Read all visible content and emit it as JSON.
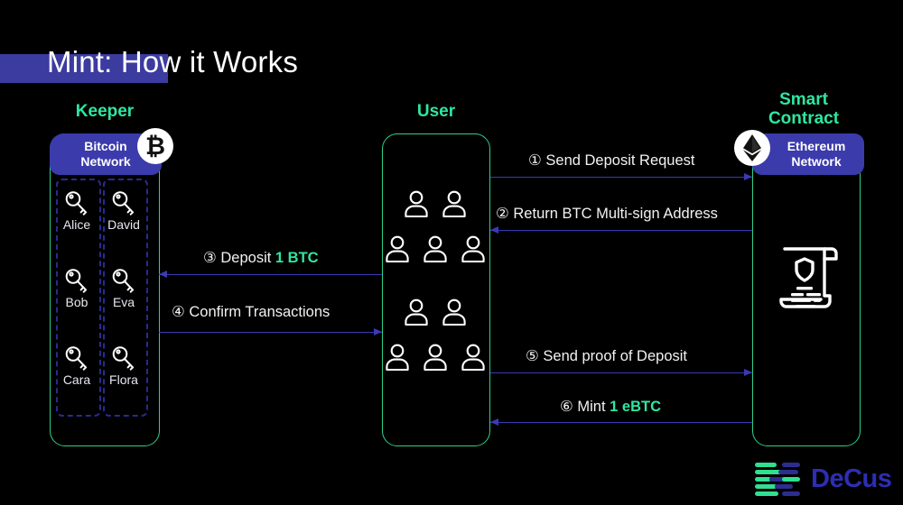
{
  "title": "Mint: How it Works",
  "colors": {
    "background": "#000000",
    "accent_green": "#2fe6a0",
    "badge_blue": "#3b3bab",
    "arrow_blue": "#3a3ab5",
    "title_highlight": "#3b3ba0",
    "logo_blue": "#2d2db5",
    "logo_green": "#2fe08f"
  },
  "columns": {
    "keeper": {
      "heading": "Keeper",
      "badge": "Bitcoin Network",
      "badge_line1": "Bitcoin",
      "badge_line2": "Network",
      "coin_icon": "bitcoin-icon",
      "coin_glyph": "₿",
      "keepers": [
        {
          "name": "Alice",
          "icon": "key-icon"
        },
        {
          "name": "David",
          "icon": "key-icon"
        },
        {
          "name": "Bob",
          "icon": "key-icon"
        },
        {
          "name": "Eva",
          "icon": "key-icon"
        },
        {
          "name": "Cara",
          "icon": "key-icon"
        },
        {
          "name": "Flora",
          "icon": "key-icon"
        }
      ]
    },
    "user": {
      "heading": "User",
      "avatar_rows": [
        2,
        3,
        2,
        3
      ],
      "avatar_icon": "person-icon"
    },
    "smart_contract": {
      "heading_line1": "Smart",
      "heading_line2": "Contract",
      "heading": "Smart Contract",
      "badge": "Ethereum Network",
      "badge_line1": "Ethereum",
      "badge_line2": "Network",
      "coin_icon": "ethereum-icon",
      "content_icon": "contract-scroll-icon"
    }
  },
  "flows": [
    {
      "number": "①",
      "label": "Send Deposit Request",
      "from": "user",
      "to": "contract",
      "direction": "right"
    },
    {
      "number": "②",
      "label": "Return BTC Multi-sign Address",
      "from": "contract",
      "to": "user",
      "direction": "left"
    },
    {
      "number": "③",
      "label": "Deposit ",
      "value": "1 BTC",
      "from": "user",
      "to": "keeper",
      "direction": "left"
    },
    {
      "number": "④",
      "label": "Confirm Transactions",
      "from": "keeper",
      "to": "user",
      "direction": "right"
    },
    {
      "number": "⑤",
      "label": "Send proof of Deposit",
      "from": "user",
      "to": "contract",
      "direction": "right"
    },
    {
      "number": "⑥",
      "label": "Mint ",
      "value": "1 eBTC",
      "from": "contract",
      "to": "user",
      "direction": "left"
    }
  ],
  "brand": {
    "name": "DeCus",
    "logo_icon": "decus-logo-icon"
  }
}
